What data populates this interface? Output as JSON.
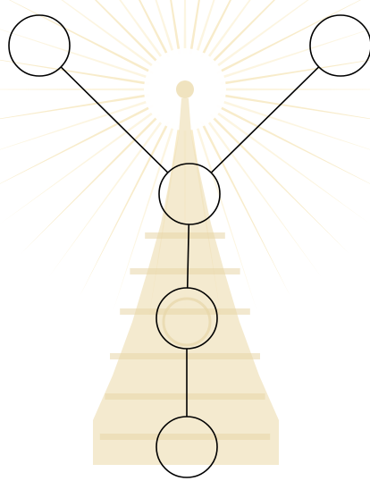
{
  "diagram": {
    "type": "tree",
    "nodes": [
      {
        "id": "top-left"
      },
      {
        "id": "top-right"
      },
      {
        "id": "center"
      },
      {
        "id": "middle"
      },
      {
        "id": "bottom"
      }
    ],
    "edges": [
      {
        "from": "top-left",
        "to": "center"
      },
      {
        "from": "top-right",
        "to": "center"
      },
      {
        "from": "center",
        "to": "middle"
      },
      {
        "from": "middle",
        "to": "bottom"
      }
    ],
    "style": {
      "node_stroke": "#000000",
      "node_fill": "#ffffff",
      "edge_stroke": "#000000"
    },
    "watermark": {
      "type": "seal-emblem",
      "icon": "rays-crown-emblem-icon",
      "colors": {
        "rays": "#f7e9c2",
        "rays_light": "#fbf3dc",
        "emblem": "#f0e3bf",
        "emblem_dark": "#e7d6a8"
      }
    }
  }
}
